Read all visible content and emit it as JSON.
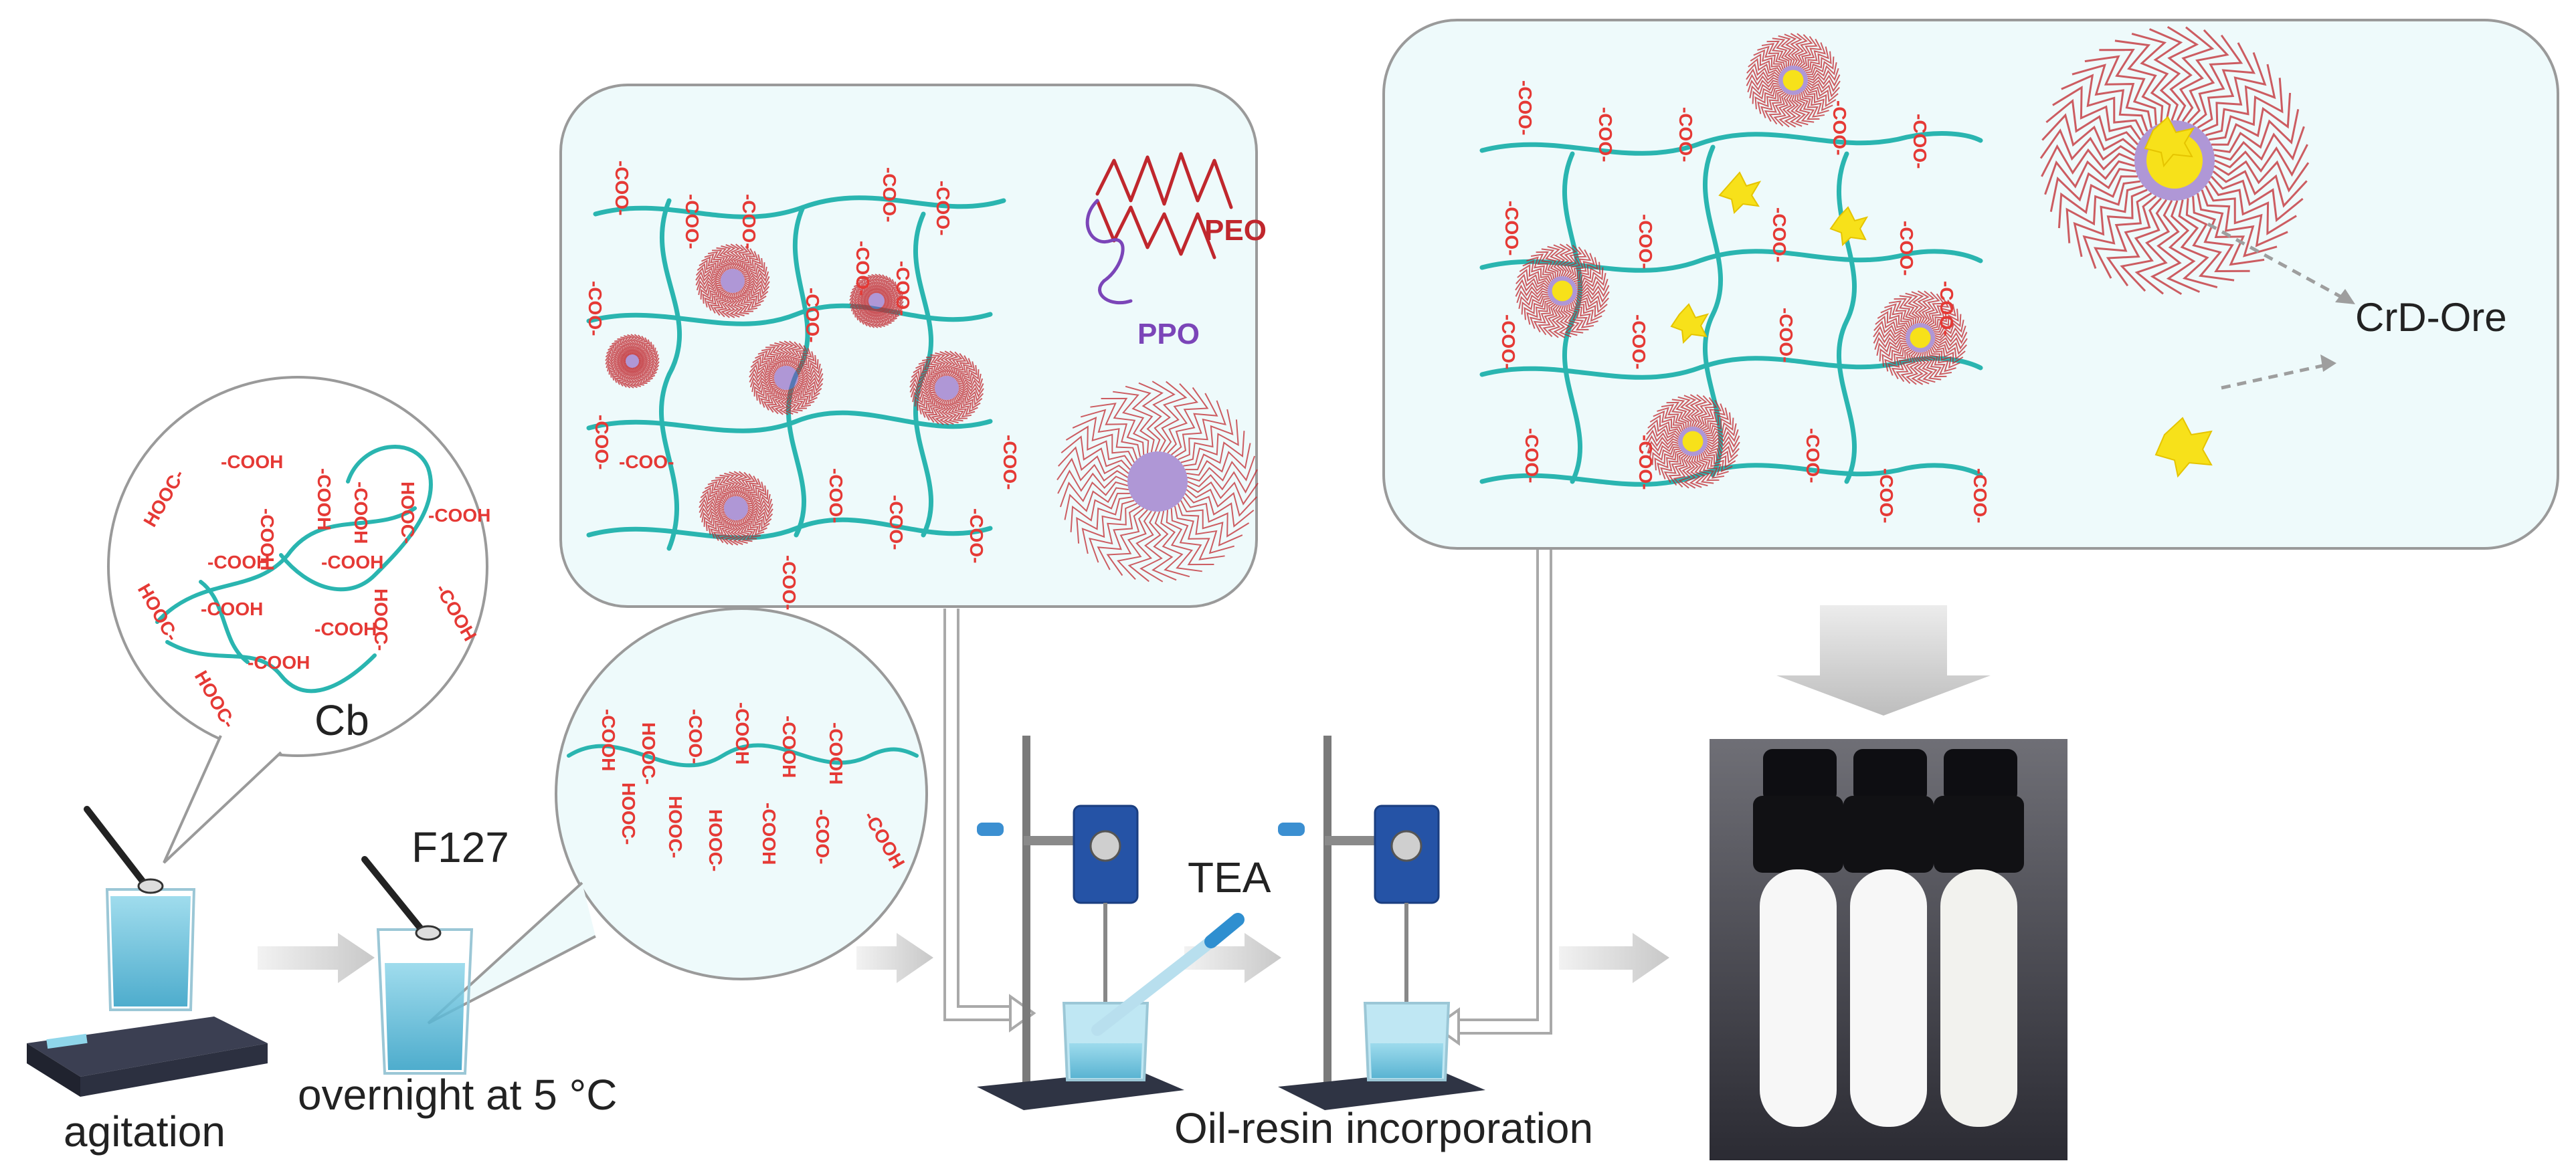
{
  "labels": {
    "agitation": "agitation",
    "overnight": "overnight at 5 °C",
    "f127": "F127",
    "cb": "Cb",
    "tea": "TEA",
    "oil_resin": "Oil-resin incorporation",
    "peo": "PEO",
    "ppo": "PPO",
    "crd_ore": "CrD-Ore"
  },
  "groups": {
    "cooh": "-COOH",
    "hooc": "HOOC-",
    "coo": "-COO-"
  },
  "colors": {
    "chain": "#2ab5b0",
    "group_text": "#e53935",
    "peo": "#c0272d",
    "ppo": "#7b45b8",
    "oil_drop": "#f7e11a",
    "panel_fill": "#eefafb",
    "panel_stroke": "#9a9a9a",
    "arrow": "#cfcfcf"
  }
}
